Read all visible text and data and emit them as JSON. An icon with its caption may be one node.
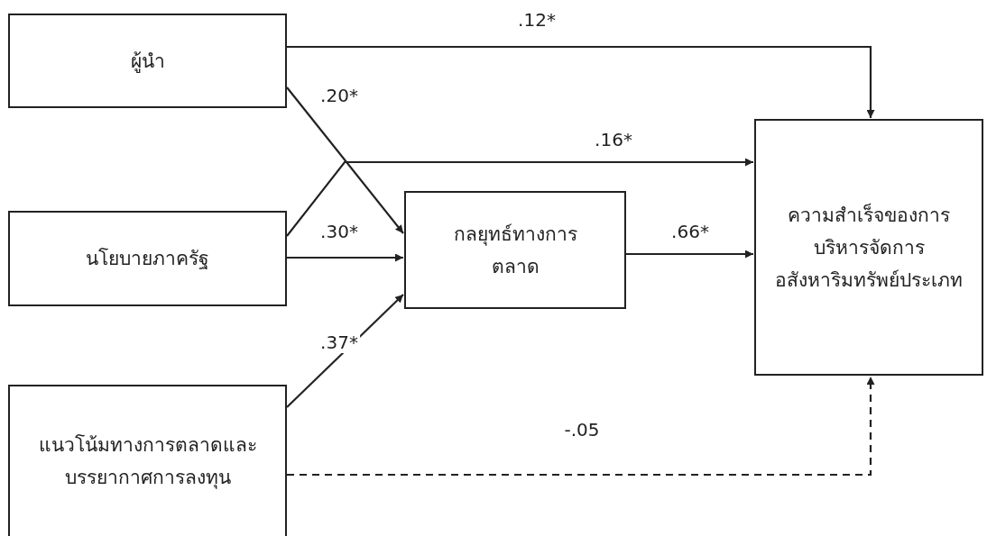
{
  "diagram": {
    "nodes": [
      {
        "text": [
          "ผู้นำ"
        ]
      },
      {
        "text": [
          "นโยบายภาครัฐ"
        ]
      },
      {
        "text": [
          "แนวโน้มทางการตลาดและบรรยากาศการลงทุน"
        ]
      },
      {
        "text": [
          "กลยุทธ์ทางการตลาด"
        ]
      },
      {
        "text": [
          "ความสำเร็จของการบริหารจัดการอสังหาริมทรัพย์ประเภท"
        ]
      }
    ],
    "edges": [
      {
        "from": 0,
        "to": 4,
        "arrow": "to",
        "label": ".12*"
      },
      {
        "from": 0,
        "to": 3,
        "arrow": "to",
        "label": ".20*"
      },
      {
        "from": 1,
        "to": 4,
        "arrow": "to",
        "label": ".16*"
      },
      {
        "from": 1,
        "to": 3,
        "arrow": "to",
        "label": ".30*"
      },
      {
        "from": 2,
        "to": 3,
        "arrow": "to",
        "label": ".37*"
      },
      {
        "from": 3,
        "to": 4,
        "arrow": "to",
        "label": ".66*"
      },
      {
        "from": 2,
        "to": 4,
        "arrow": "to",
        "label": "-.05",
        "style": "dashed"
      }
    ]
  }
}
